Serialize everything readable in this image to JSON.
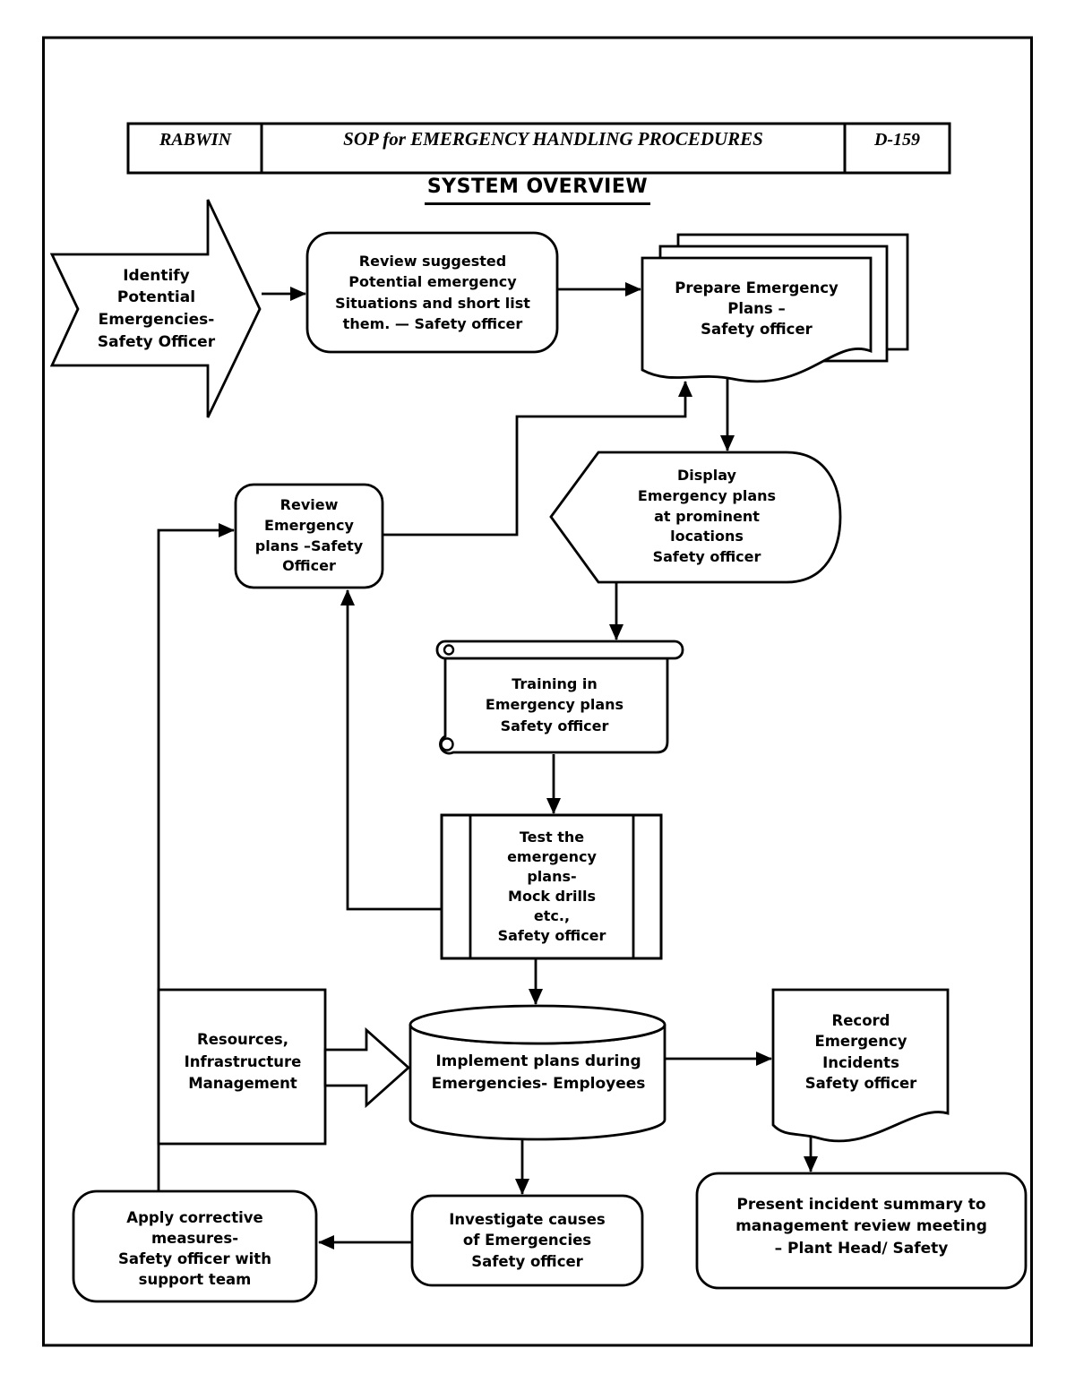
{
  "header": {
    "org": "RABWIN",
    "doc_title": "SOP for EMERGENCY HANDLING PROCEDURES",
    "doc_code": "D-159"
  },
  "page_title": "SYSTEM OVERVIEW",
  "colors": {
    "ink": "#000000",
    "paper": "#ffffff"
  },
  "nodes": {
    "identify": {
      "shape": "chevron-arrow",
      "label": "Identify\nPotential\nEmergencies-\nSafety Officer"
    },
    "review_suggested": {
      "shape": "rounded-rect",
      "label": "Review suggested\nPotential emergency\nSituations and short list\nthem. — Safety officer"
    },
    "prepare_plans": {
      "shape": "multi-document",
      "label": "Prepare Emergency\nPlans –\nSafety officer"
    },
    "display_plans": {
      "shape": "display",
      "label": "Display\nEmergency plans\nat prominent\nlocations\nSafety officer"
    },
    "review_plans": {
      "shape": "rounded-rect",
      "label": "Review Emergency\nplans –Safety\nOfficer"
    },
    "training": {
      "shape": "scroll",
      "label": "Training in\nEmergency plans\nSafety officer"
    },
    "test_plans": {
      "shape": "predefined-process",
      "label": "Test the\nemergency\nplans-\nMock drills\netc.,\nSafety officer"
    },
    "resources": {
      "shape": "rect",
      "label": "Resources,\nInfrastructure\nManagement"
    },
    "implement": {
      "shape": "cylinder",
      "label": "Implement plans during\nEmergencies- Employees"
    },
    "record_incidents": {
      "shape": "document",
      "label": "Record\nEmergency\nIncidents\nSafety officer"
    },
    "present_summary": {
      "shape": "rounded-rect",
      "label": "Present incident summary to\nmanagement review meeting\n– Plant Head/ Safety"
    },
    "investigate": {
      "shape": "rounded-rect",
      "label": "Investigate causes\nof Emergencies\nSafety officer"
    },
    "apply_corrective": {
      "shape": "rounded-rect",
      "label": "Apply corrective\nmeasures-\nSafety officer with\nsupport team"
    }
  },
  "edges": [
    {
      "from": "identify",
      "to": "review_suggested"
    },
    {
      "from": "review_suggested",
      "to": "prepare_plans"
    },
    {
      "from": "prepare_plans",
      "to": "display_plans"
    },
    {
      "from": "display_plans",
      "to": "training"
    },
    {
      "from": "training",
      "to": "test_plans"
    },
    {
      "from": "test_plans",
      "to": "implement"
    },
    {
      "from": "test_plans",
      "to": "review_plans"
    },
    {
      "from": "review_plans",
      "to": "prepare_plans"
    },
    {
      "from": "resources",
      "to": "implement"
    },
    {
      "from": "implement",
      "to": "record_incidents"
    },
    {
      "from": "implement",
      "to": "investigate"
    },
    {
      "from": "record_incidents",
      "to": "present_summary"
    },
    {
      "from": "investigate",
      "to": "apply_corrective"
    },
    {
      "from": "apply_corrective",
      "to": "review_plans"
    }
  ]
}
